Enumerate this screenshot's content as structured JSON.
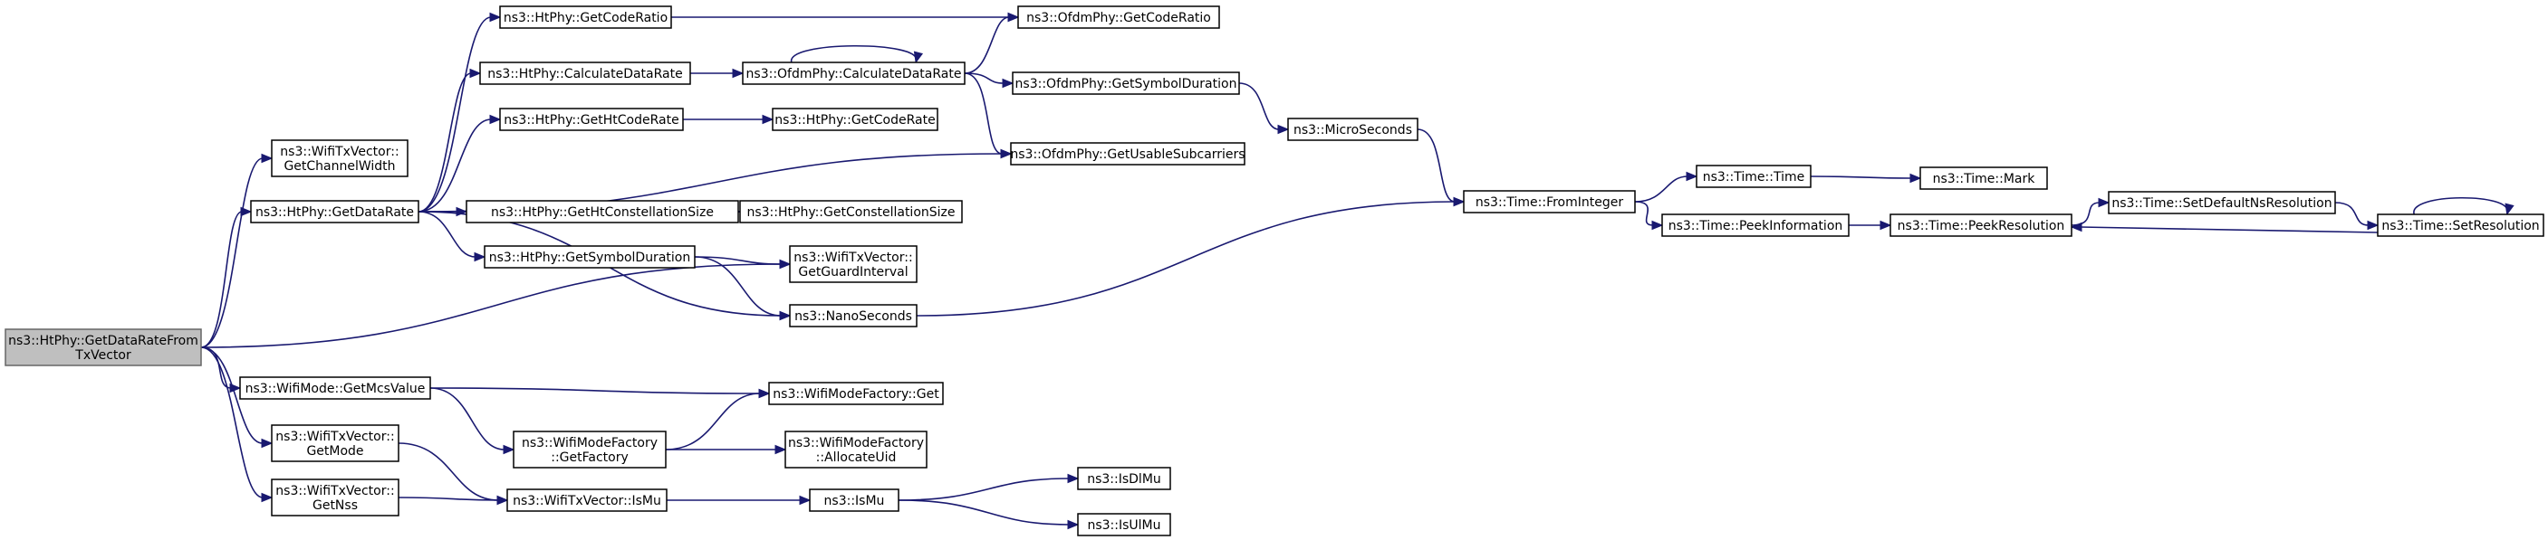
{
  "colors": {
    "edge": "#191970",
    "node_fill": "#ffffff",
    "root_fill": "#bfbfbf",
    "border": "#000000"
  },
  "nodes": {
    "root": [
      "ns3::HtPhy::GetDataRateFrom",
      "TxVector"
    ],
    "getChannelWidth": [
      "ns3::WifiTxVector::",
      "GetChannelWidth"
    ],
    "htGetDataRate": [
      "ns3::HtPhy::GetDataRate"
    ],
    "getMcsValue": [
      "ns3::WifiMode::GetMcsValue"
    ],
    "getMode": [
      "ns3::WifiTxVector::",
      "GetMode"
    ],
    "getNss": [
      "ns3::WifiTxVector::",
      "GetNss"
    ],
    "htGetCodeRatio": [
      "ns3::HtPhy::GetCodeRatio"
    ],
    "htCalculateDataRate": [
      "ns3::HtPhy::CalculateDataRate"
    ],
    "htGetHtCodeRate": [
      "ns3::HtPhy::GetHtCodeRate"
    ],
    "htGetHtConstellationSize": [
      "ns3::HtPhy::GetHtConstellationSize"
    ],
    "htGetSymbolDuration": [
      "ns3::HtPhy::GetSymbolDuration"
    ],
    "getFactory": [
      "ns3::WifiModeFactory",
      "::GetFactory"
    ],
    "isMuTx": [
      "ns3::WifiTxVector::IsMu"
    ],
    "ofdmGetCodeRatio": [
      "ns3::OfdmPhy::GetCodeRatio"
    ],
    "ofdmCalculateDataRate": [
      "ns3::OfdmPhy::CalculateDataRate"
    ],
    "htGetCodeRate": [
      "ns3::HtPhy::GetCodeRate"
    ],
    "htGetConstellationSize": [
      "ns3::HtPhy::GetConstellationSize"
    ],
    "getGuardInterval": [
      "ns3::WifiTxVector::",
      "GetGuardInterval"
    ],
    "nanoSeconds": [
      "ns3::NanoSeconds"
    ],
    "factoryGet": [
      "ns3::WifiModeFactory::Get"
    ],
    "allocateUid": [
      "ns3::WifiModeFactory",
      "::AllocateUid"
    ],
    "isMu": [
      "ns3::IsMu"
    ],
    "ofdmGetSymbolDuration": [
      "ns3::OfdmPhy::GetSymbolDuration"
    ],
    "ofdmGetUsableSubcarriers": [
      "ns3::OfdmPhy::GetUsableSubcarriers"
    ],
    "isDlMu": [
      "ns3::IsDlMu"
    ],
    "isUlMu": [
      "ns3::IsUlMu"
    ],
    "microSeconds": [
      "ns3::MicroSeconds"
    ],
    "fromInteger": [
      "ns3::Time::FromInteger"
    ],
    "timeTime": [
      "ns3::Time::Time"
    ],
    "peekInformation": [
      "ns3::Time::PeekInformation"
    ],
    "timeMark": [
      "ns3::Time::Mark"
    ],
    "peekResolution": [
      "ns3::Time::PeekResolution"
    ],
    "setDefaultNsResolution": [
      "ns3::Time::SetDefaultNsResolution"
    ],
    "setResolution": [
      "ns3::Time::SetResolution"
    ]
  }
}
